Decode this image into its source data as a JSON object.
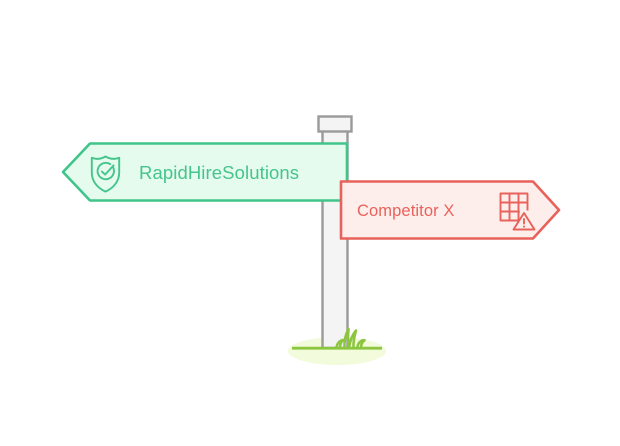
{
  "illustration": {
    "title": "Signpost comparison illustration",
    "background_color": "#ffffff"
  },
  "signs": {
    "primary": {
      "label": "RapidHireSolutions",
      "icon": "shield-check-icon",
      "direction": "left",
      "fill_color": "#e4fbee",
      "border_color": "#3fc48a",
      "text_color": "#45c48c"
    },
    "secondary": {
      "label": "Competitor X",
      "icon": "table-warning-icon",
      "direction": "right",
      "fill_color": "#fdeeec",
      "border_color": "#e8615a",
      "text_color": "#e8625b"
    }
  },
  "post": {
    "name": "signpost",
    "body_fill": "#f4f4f4",
    "body_stroke": "#9a9a9a",
    "cap_fill": "#f4f4f4",
    "cap_stroke": "#9a9a9a"
  },
  "ground": {
    "name": "grass-ground",
    "line_color": "#8cc63f",
    "grass_color": "#8cc63f",
    "glow_color": "#f2fbdc"
  }
}
